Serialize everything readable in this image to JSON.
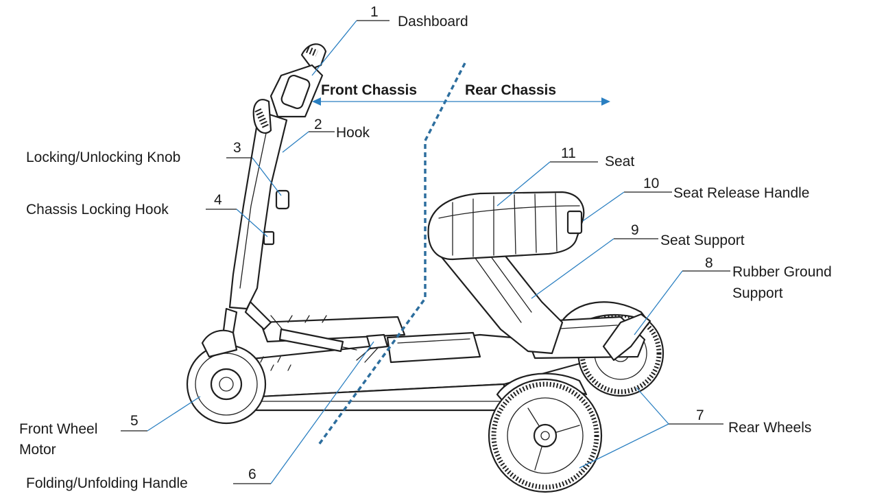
{
  "divider": {
    "front_label": "Front Chassis",
    "rear_label": "Rear Chassis"
  },
  "callouts": [
    {
      "number": "1",
      "label": "Dashboard"
    },
    {
      "number": "2",
      "label": "Hook"
    },
    {
      "number": "3",
      "label": "Locking/Unlocking Knob"
    },
    {
      "number": "4",
      "label": "Chassis Locking Hook"
    },
    {
      "number": "5",
      "label_line1": "Front Wheel",
      "label_line2": "Motor"
    },
    {
      "number": "6",
      "label": "Folding/Unfolding Handle"
    },
    {
      "number": "7",
      "label": "Rear Wheels"
    },
    {
      "number": "8",
      "label_line1": "Rubber Ground",
      "label_line2": "Support"
    },
    {
      "number": "9",
      "label": "Seat Support"
    },
    {
      "number": "10",
      "label": "Seat Release Handle"
    },
    {
      "number": "11",
      "label": "Seat"
    }
  ],
  "colors": {
    "accent": "#2a7fc1",
    "divider": "#2d6e9e",
    "ink": "#1a1a1a"
  }
}
